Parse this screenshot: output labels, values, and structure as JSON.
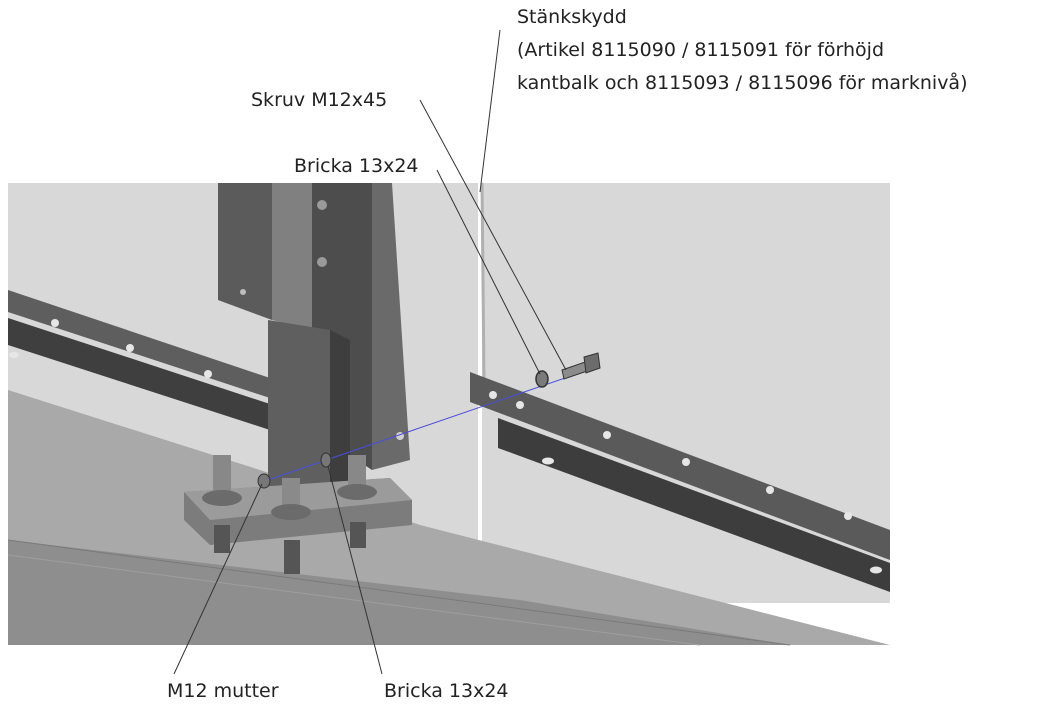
{
  "callouts": {
    "stankskydd_title": "Stänkskydd",
    "stankskydd_line1": "(Artikel 8115090 / 8115091 för förhöjd",
    "stankskydd_line2": "kantbalk och 8115093 / 8115096 för marknivå)",
    "skruv": "Skruv M12x45",
    "bricka_top": "Bricka 13x24",
    "mutter": "M12 mutter",
    "bricka_bottom": "Bricka 13x24"
  },
  "colors": {
    "panel": "#d8d8d8",
    "panel_edge": "#b0b0b0",
    "beam_top": "#ababab",
    "beam_face": "#8e8e8e",
    "steel_dark": "#4a4a4a",
    "steel_mid": "#6d6d6d",
    "steel_light": "#9a9a9a",
    "assembly_line": "#4a4fd8",
    "leader": "#333333"
  }
}
